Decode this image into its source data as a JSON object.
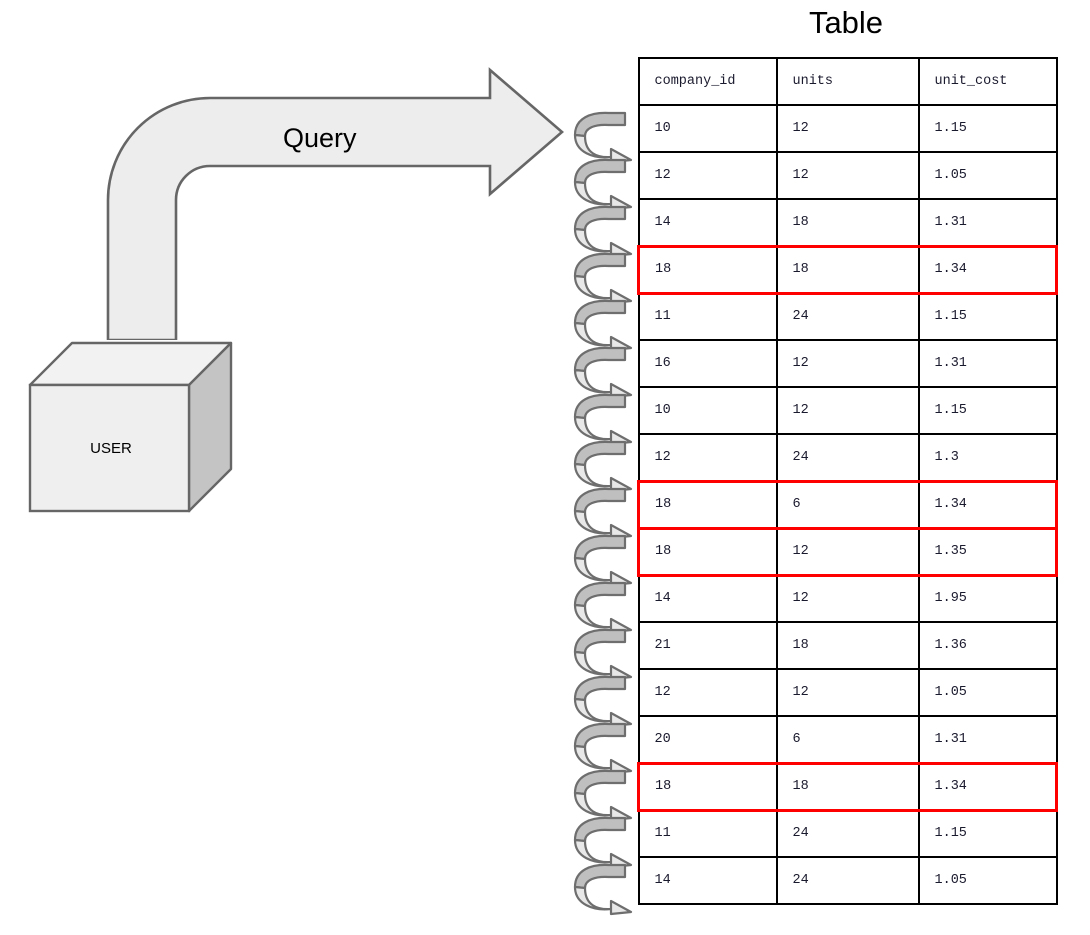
{
  "diagram": {
    "title": "Table",
    "query_arrow_label": "Query",
    "user_node_label": "USER",
    "colors": {
      "arrow_fill": "#EDEDED",
      "arrow_stroke": "#666666",
      "cube_front": "#EFEFEF",
      "cube_top": "#F2F2F2",
      "cube_side": "#C4C4C4",
      "cube_stroke": "#666666",
      "loop_dark": "#BFBFBF",
      "loop_light": "#E8E8E8",
      "loop_stroke": "#6E6E6E",
      "table_border": "#000000",
      "highlight_border": "#FF0000",
      "text": "#1A1A2E"
    },
    "loop_arrow_count": 17,
    "loop_arrow_icon": "circular-loop-arrow-icon"
  },
  "table": {
    "columns": [
      "company_id",
      "units",
      "unit_cost"
    ],
    "rows": [
      {
        "company_id": "10",
        "units": "12",
        "unit_cost": "1.15",
        "highlighted": false
      },
      {
        "company_id": "12",
        "units": "12",
        "unit_cost": "1.05",
        "highlighted": false
      },
      {
        "company_id": "14",
        "units": "18",
        "unit_cost": "1.31",
        "highlighted": false
      },
      {
        "company_id": "18",
        "units": "18",
        "unit_cost": "1.34",
        "highlighted": true
      },
      {
        "company_id": "11",
        "units": "24",
        "unit_cost": "1.15",
        "highlighted": false
      },
      {
        "company_id": "16",
        "units": "12",
        "unit_cost": "1.31",
        "highlighted": false
      },
      {
        "company_id": "10",
        "units": "12",
        "unit_cost": "1.15",
        "highlighted": false
      },
      {
        "company_id": "12",
        "units": "24",
        "unit_cost": "1.3",
        "highlighted": false
      },
      {
        "company_id": "18",
        "units": "6",
        "unit_cost": "1.34",
        "highlighted": true
      },
      {
        "company_id": "18",
        "units": "12",
        "unit_cost": "1.35",
        "highlighted": true
      },
      {
        "company_id": "14",
        "units": "12",
        "unit_cost": "1.95",
        "highlighted": false
      },
      {
        "company_id": "21",
        "units": "18",
        "unit_cost": "1.36",
        "highlighted": false
      },
      {
        "company_id": "12",
        "units": "12",
        "unit_cost": "1.05",
        "highlighted": false
      },
      {
        "company_id": "20",
        "units": "6",
        "unit_cost": "1.31",
        "highlighted": false
      },
      {
        "company_id": "18",
        "units": "18",
        "unit_cost": "1.34",
        "highlighted": true
      },
      {
        "company_id": "11",
        "units": "24",
        "unit_cost": "1.15",
        "highlighted": false
      },
      {
        "company_id": "14",
        "units": "24",
        "unit_cost": "1.05",
        "highlighted": false
      }
    ]
  }
}
